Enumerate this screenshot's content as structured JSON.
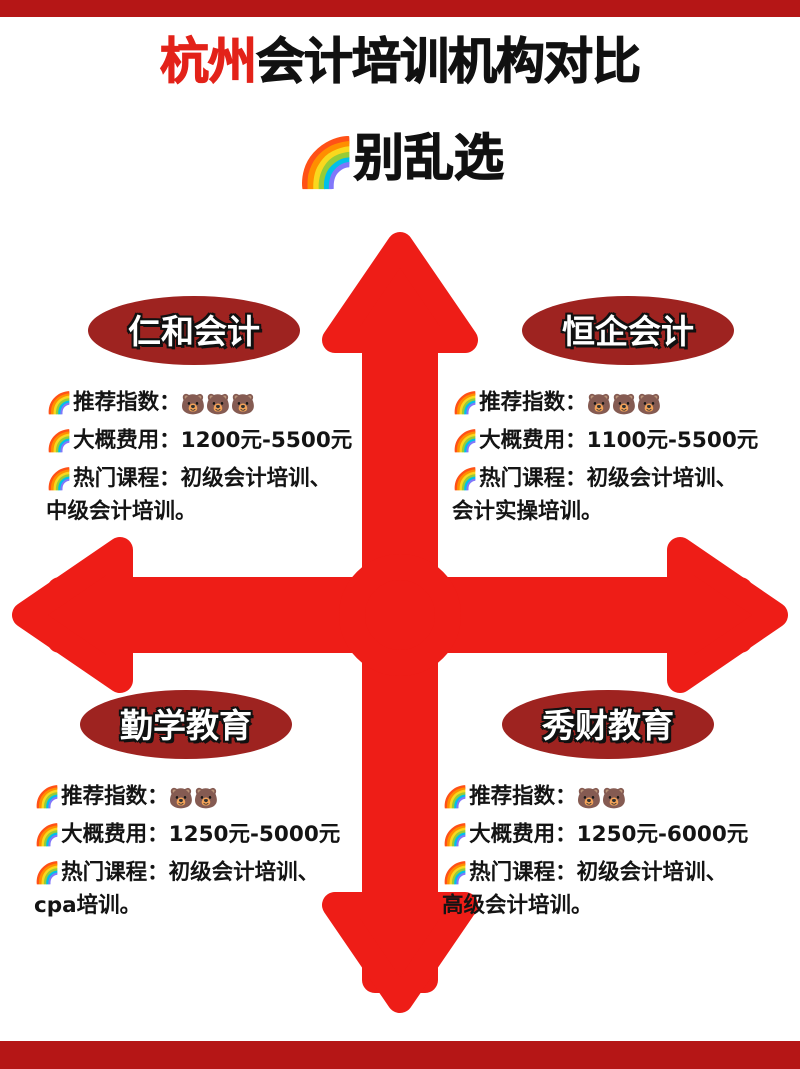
{
  "poster": {
    "title_prefix": "杭州",
    "title_rest": "会计培训机构对比",
    "subtitle": "别乱选",
    "rainbow_icon": "🌈",
    "colors": {
      "band_red": "#b51616",
      "arrow_red": "#ee1d17",
      "pill_red": "#9e2320",
      "title_red": "#e32219",
      "text_black": "#141414",
      "background": "#ffffff"
    }
  },
  "labels": {
    "rating": "推荐指数：",
    "fee": "大概费用：",
    "courses": "热门课程："
  },
  "institutions": [
    {
      "position": "top-left",
      "name": "仁和会计",
      "rating_bears": "🐻🐻🐻",
      "rating_count": 3,
      "fee": "1200元-5500元",
      "courses_line1": "初级会计培训、",
      "courses_line2": "中级会计培训。"
    },
    {
      "position": "top-right",
      "name": "恒企会计",
      "rating_bears": "🐻🐻🐻",
      "rating_count": 3,
      "fee": "1100元-5500元",
      "courses_line1": "初级会计培训、",
      "courses_line2": "会计实操培训。"
    },
    {
      "position": "bottom-left",
      "name": "勤学教育",
      "rating_bears": "🐻🐻",
      "rating_count": 2,
      "fee": "1250元-5000元",
      "courses_line1": "初级会计培训、",
      "courses_line2": "cpa培训。"
    },
    {
      "position": "bottom-right",
      "name": "秀财教育",
      "rating_bears": "🐻🐻",
      "rating_count": 2,
      "fee": "1250元-6000元",
      "courses_line1": "初级会计培训、",
      "courses_line2": "高级会计培训。"
    }
  ]
}
